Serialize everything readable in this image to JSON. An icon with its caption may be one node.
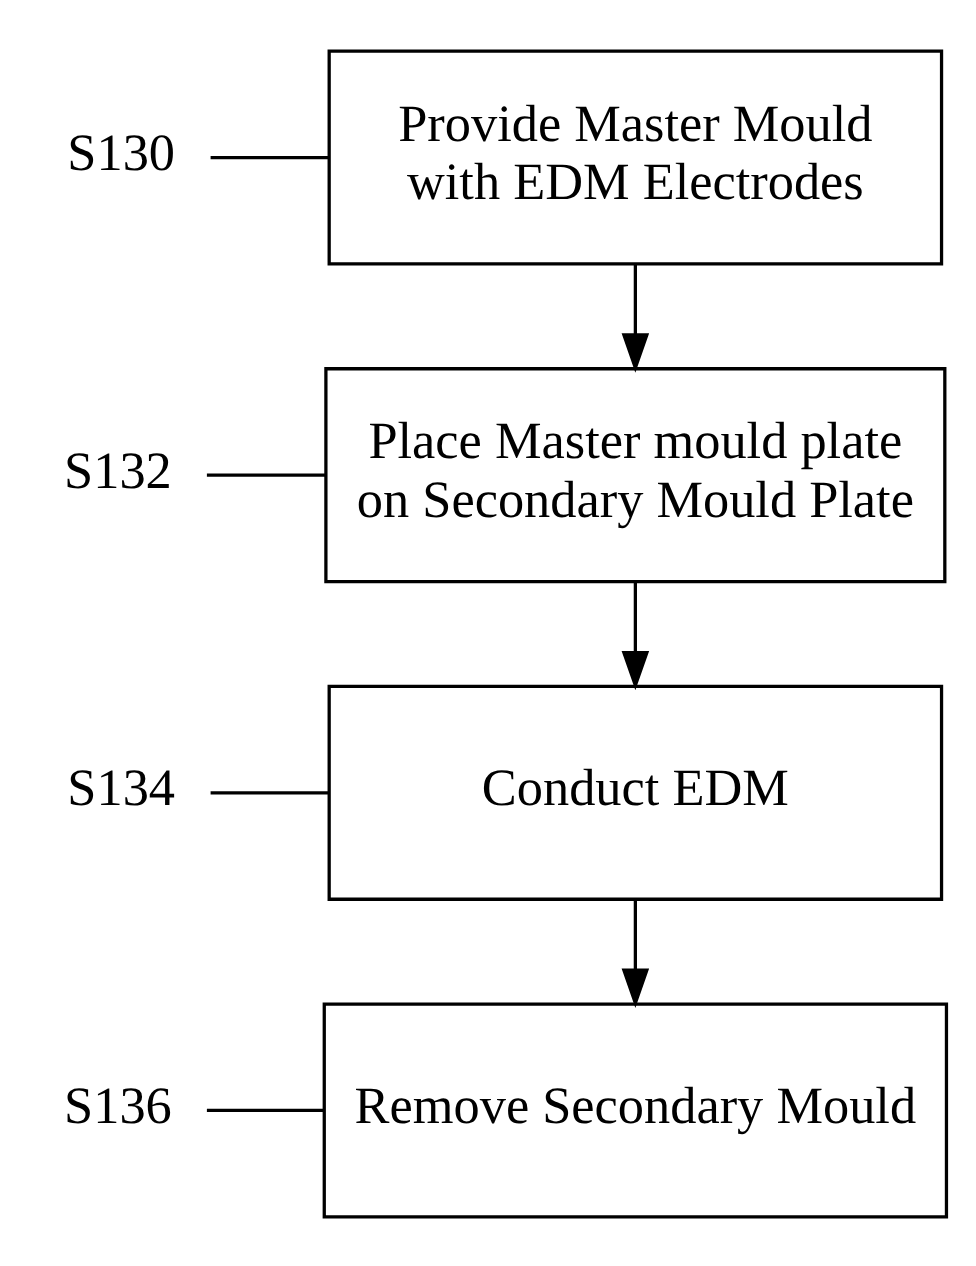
{
  "diagram": {
    "nodes": [
      {
        "text": [
          "Provide Master Mould with EDM Electrodes"
        ]
      },
      {
        "text": [
          "S130"
        ]
      },
      {
        "text": [
          "Place Master mould plate on Secondary Mould Plate"
        ]
      },
      {
        "text": [
          "S132"
        ]
      },
      {
        "text": [
          "Conduct EDM"
        ]
      },
      {
        "text": [
          "S134"
        ]
      },
      {
        "text": [
          "Remove Secondary Mould"
        ]
      },
      {
        "text": [
          "S136"
        ]
      }
    ],
    "edges": [
      {
        "from": 0,
        "to": 2,
        "arrow": "to"
      },
      {
        "from": 2,
        "to": 4,
        "arrow": "to"
      },
      {
        "from": 4,
        "to": 6,
        "arrow": "to"
      },
      {
        "from": 1,
        "to": 0,
        "arrow": "none"
      },
      {
        "from": 3,
        "to": 2,
        "arrow": "none"
      },
      {
        "from": 5,
        "to": 4,
        "arrow": "none"
      },
      {
        "from": 7,
        "to": 6,
        "arrow": "none"
      }
    ]
  }
}
